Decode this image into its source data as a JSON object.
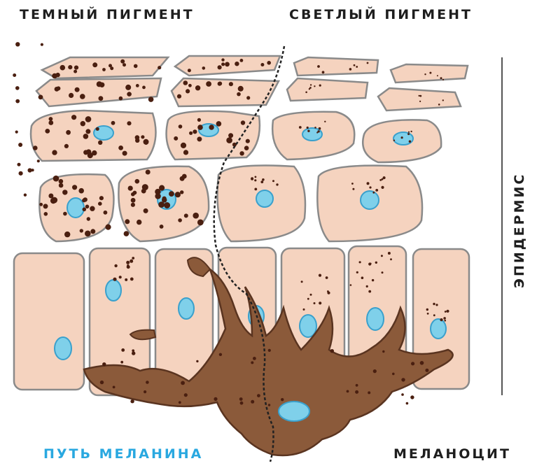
{
  "labels": {
    "dark_pigment": "ТЕМНЫЙ ПИГМЕНТ",
    "light_pigment": "СВЕТЛЫЙ ПИГМЕНТ",
    "epidermis": "ЭПИДЕРМИС",
    "melanin_path": "ПУТЬ МЕЛАНИНА",
    "melanocyte": "МЕЛАНОЦИТ"
  },
  "colors": {
    "cell_fill": "#f5d3bf",
    "cell_stroke": "#8a8a8a",
    "nucleus": "#7fd0ea",
    "nucleus_stroke": "#3aa0cc",
    "melanin": "#4a1f10",
    "melanocyte_fill": "#8b5a3a",
    "melanocyte_stroke": "#5a3420",
    "path_accent": "#29a8e0"
  }
}
